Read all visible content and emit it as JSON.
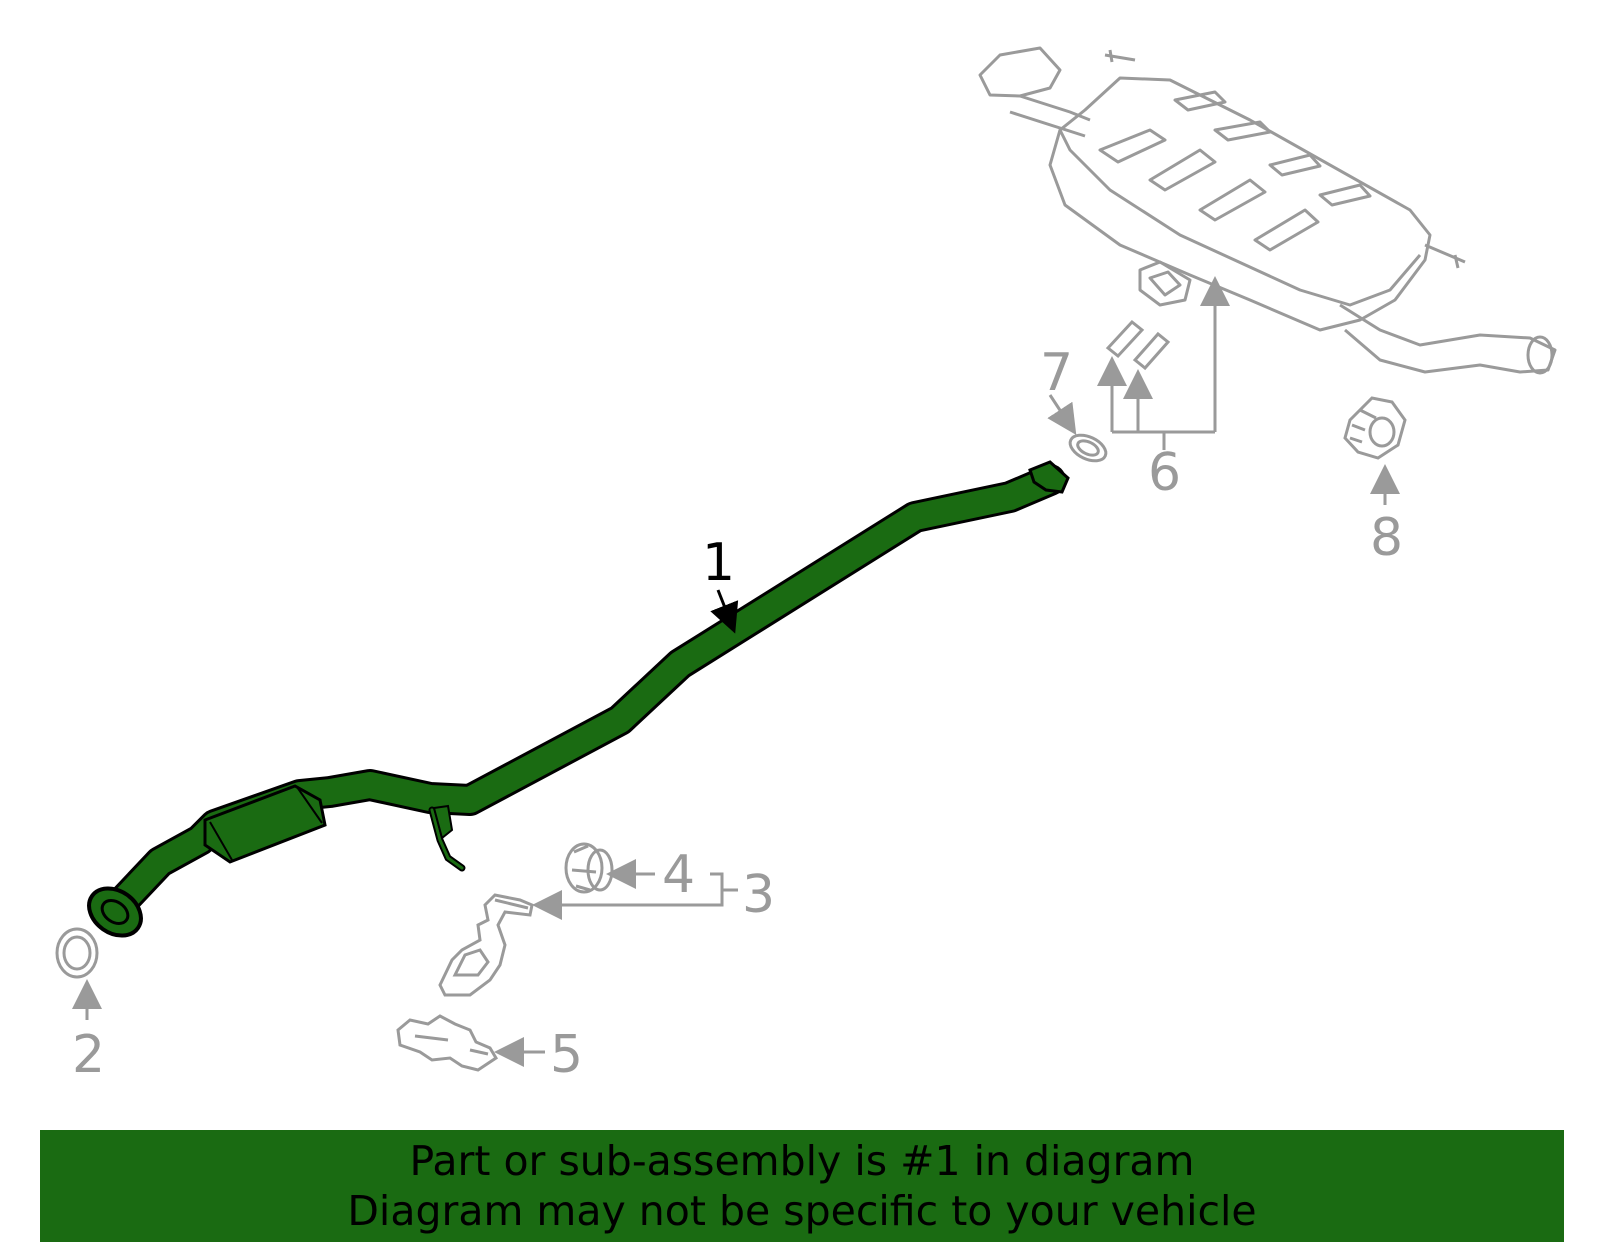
{
  "diagram": {
    "callouts": {
      "c1": "1",
      "c2": "2",
      "c3": "3",
      "c4": "4",
      "c5": "5",
      "c6": "6",
      "c7": "7",
      "c8": "8"
    },
    "colors": {
      "highlight_part": "#1a6b12",
      "other_parts": "#9a9a9a",
      "outline": "#000000"
    }
  },
  "banner": {
    "line1": "Part or sub-assembly is #1 in diagram",
    "line2": "Diagram may not be specific to your vehicle",
    "background": "#1a6b12"
  }
}
